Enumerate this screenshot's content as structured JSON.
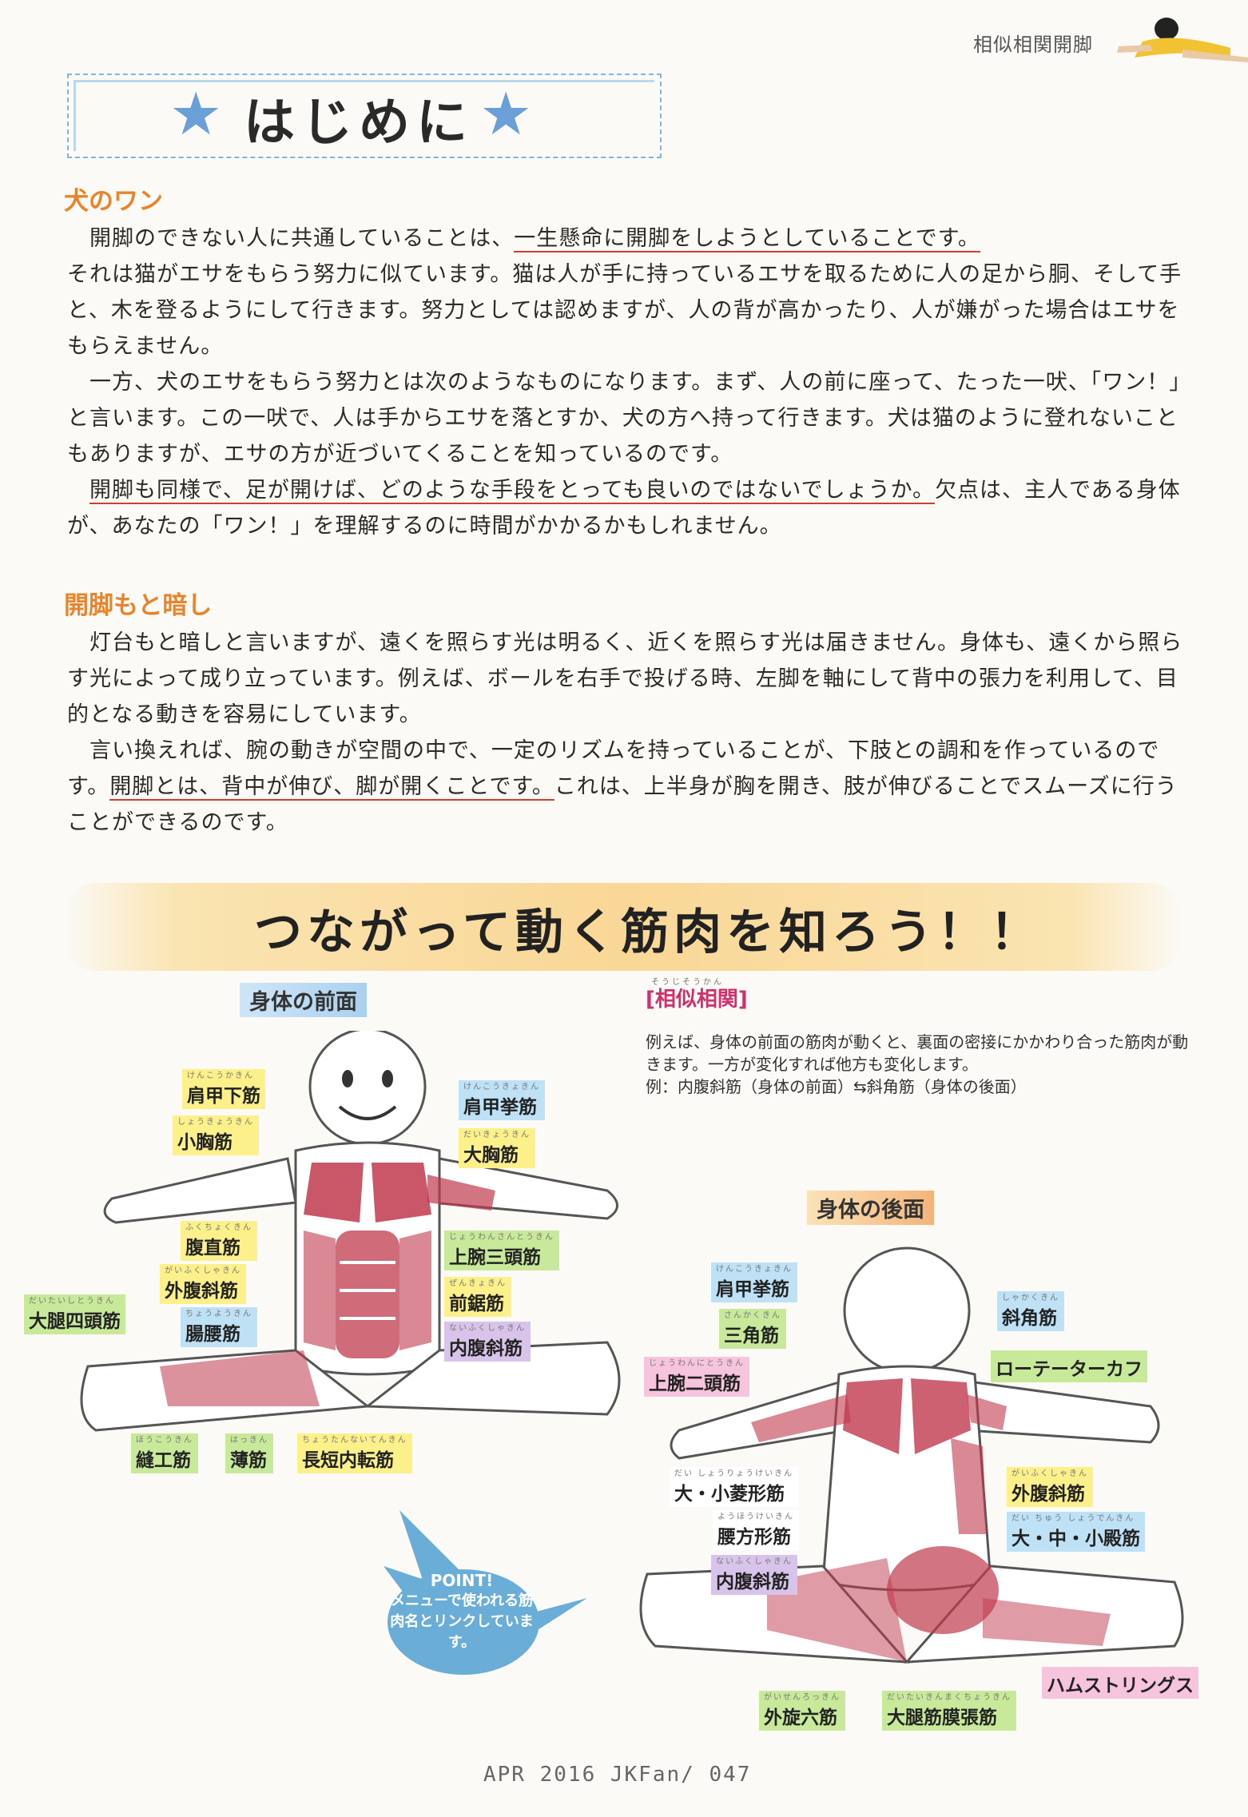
{
  "header": {
    "section_label": "相似相関開脚"
  },
  "title": {
    "text": "はじめに"
  },
  "sections": [
    {
      "heading": "犬のワン",
      "p1_a": "開脚のできない人に共通していることは、",
      "p1_u": "一生懸命に開脚をしようとしていることです。",
      "p2": "それは猫がエサをもらう努力に似ています。猫は人が手に持っているエサを取るために人の足から胴、そして手と、木を登るようにして行きます。努力としては認めますが、人の背が高かったり、人が嫌がった場合はエサをもらえません。",
      "p3": "一方、犬のエサをもらう努力とは次のようなものになります。まず、人の前に座って、たった一吠、「ワン！」と言います。この一吠で、人は手からエサを落とすか、犬の方へ持って行きます。犬は猫のように登れないこともありますが、エサの方が近づいてくることを知っているのです。",
      "p4_u": "開脚も同様で、足が開けば、どのような手段をとっても良いのではないでしょうか。",
      "p4_b": "欠点は、主人である身体が、あなたの「ワン！」を理解するのに時間がかかるかもしれません。"
    },
    {
      "heading": "開脚もと暗し",
      "p1": "灯台もと暗しと言いますが、遠くを照らす光は明るく、近くを照らす光は届きません。身体も、遠くから照らす光によって成り立っています。例えば、ボールを右手で投げる時、左脚を軸にして背中の張力を利用して、目的となる動きを容易にしています。",
      "p2_a": "言い換えれば、腕の動きが空間の中で、一定のリズムを持っていることが、下肢との調和を作っているのです。",
      "p2_u": "開脚とは、背中が伸び、脚が開くことです。",
      "p2_b": "これは、上半身が胸を開き、肢が伸びることでスムーズに行うことができるのです。"
    }
  ],
  "muscles_banner": "つながって動く筋肉を知ろう！！",
  "front_view": {
    "title": "身体の前面",
    "labels": [
      {
        "name": "肩甲下筋",
        "ruby": "けんこうかきん"
      },
      {
        "name": "小胸筋",
        "ruby": "しょうきょうきん"
      },
      {
        "name": "肩甲挙筋",
        "ruby": "けんこうきょきん"
      },
      {
        "name": "大胸筋",
        "ruby": "だいきょうきん"
      },
      {
        "name": "腹直筋",
        "ruby": "ふくちょくきん"
      },
      {
        "name": "外腹斜筋",
        "ruby": "がいふくしゃきん"
      },
      {
        "name": "上腕三頭筋",
        "ruby": "じょうわんさんとうきん"
      },
      {
        "name": "前鋸筋",
        "ruby": "ぜんきょきん"
      },
      {
        "name": "大腿四頭筋",
        "ruby": "だいたいしとうきん"
      },
      {
        "name": "腸腰筋",
        "ruby": "ちょうようきん"
      },
      {
        "name": "内腹斜筋",
        "ruby": "ないふくしゃきん"
      },
      {
        "name": "縫工筋",
        "ruby": "ほうこうきん"
      },
      {
        "name": "薄筋",
        "ruby": "はっきん"
      },
      {
        "name": "長短内転筋",
        "ruby": "ちょうたんないてんきん"
      }
    ]
  },
  "similarity": {
    "ruby": "そうじそうかん",
    "title": "[相似相関]",
    "text1": "例えば、身体の前面の筋肉が動くと、裏面の密接にかかわり合った筋肉が動きます。一方が変化すれば他方も変化します。",
    "text2": "例：内腹斜筋（身体の前面）⇆斜角筋（身体の後面）"
  },
  "back_view": {
    "title": "身体の後面",
    "labels": [
      {
        "name": "肩甲挙筋",
        "ruby": "けんこうきょきん"
      },
      {
        "name": "三角筋",
        "ruby": "さんかくきん"
      },
      {
        "name": "斜角筋",
        "ruby": "しゃかくきん"
      },
      {
        "name": "上腕二頭筋",
        "ruby": "じょうわんにとうきん"
      },
      {
        "name": "ローテーターカフ",
        "ruby": ""
      },
      {
        "name": "大・小菱形筋",
        "ruby": "だい しょうりょうけいきん"
      },
      {
        "name": "外腹斜筋",
        "ruby": "がいふくしゃきん"
      },
      {
        "name": "腰方形筋",
        "ruby": "ようほうけいきん"
      },
      {
        "name": "大・中・小殿筋",
        "ruby": "だい ちゅう しょうでんきん"
      },
      {
        "name": "内腹斜筋",
        "ruby": "ないふくしゃきん"
      },
      {
        "name": "ハムストリングス",
        "ruby": ""
      },
      {
        "name": "外旋六筋",
        "ruby": "がいせんろっきん"
      },
      {
        "name": "大腿筋膜張筋",
        "ruby": "だいたいきんまくちょうきん"
      }
    ]
  },
  "point_bubble": {
    "title": "POINT!",
    "text": "メニューで使われる筋肉名とリンクしています。"
  },
  "footer": "APR 2016 JKFan/ 047",
  "colors": {
    "accent": "#e8852c",
    "underline": "#d63b2b",
    "muscle": "#c0394d",
    "star": "#6a9fd8",
    "bubble": "#6aaed8"
  }
}
